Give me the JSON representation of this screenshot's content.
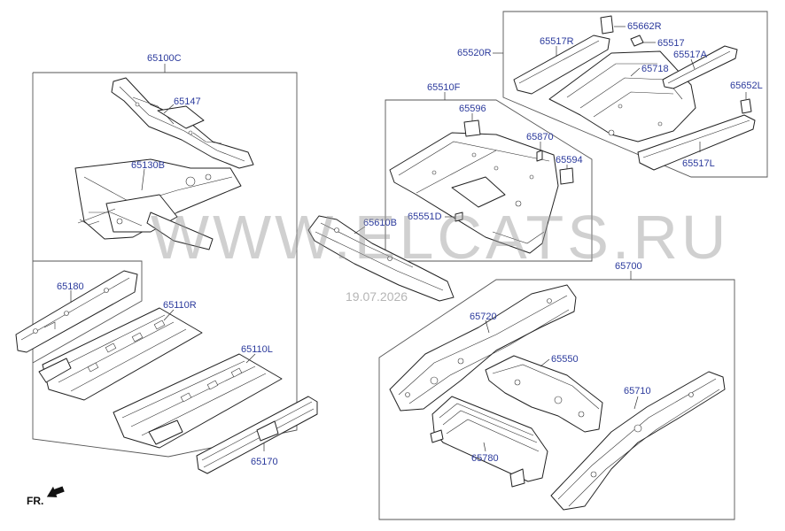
{
  "watermark": {
    "text": "WWW.ELCATS.RU",
    "date": "19.07.2026"
  },
  "direction_label": "FR.",
  "groups": {
    "front_floor": "65100C",
    "rear_floor": "65510F",
    "rear_floor_assy": "65520R",
    "rear_member": "65700"
  },
  "parts": {
    "p65147": "65147",
    "p65130B": "65130B",
    "p65180": "65180",
    "p65110R": "65110R",
    "p65110L": "65110L",
    "p65170": "65170",
    "p65610B": "65610B",
    "p65596": "65596",
    "p65870": "65870",
    "p65594": "65594",
    "p65551D": "65551D",
    "p65662R": "65662R",
    "p65517R": "65517R",
    "p65517": "65517",
    "p65517A": "65517A",
    "p65718": "65718",
    "p65652L": "65652L",
    "p65517L": "65517L",
    "p65720": "65720",
    "p65550": "65550",
    "p65710": "65710",
    "p65780": "65780"
  }
}
